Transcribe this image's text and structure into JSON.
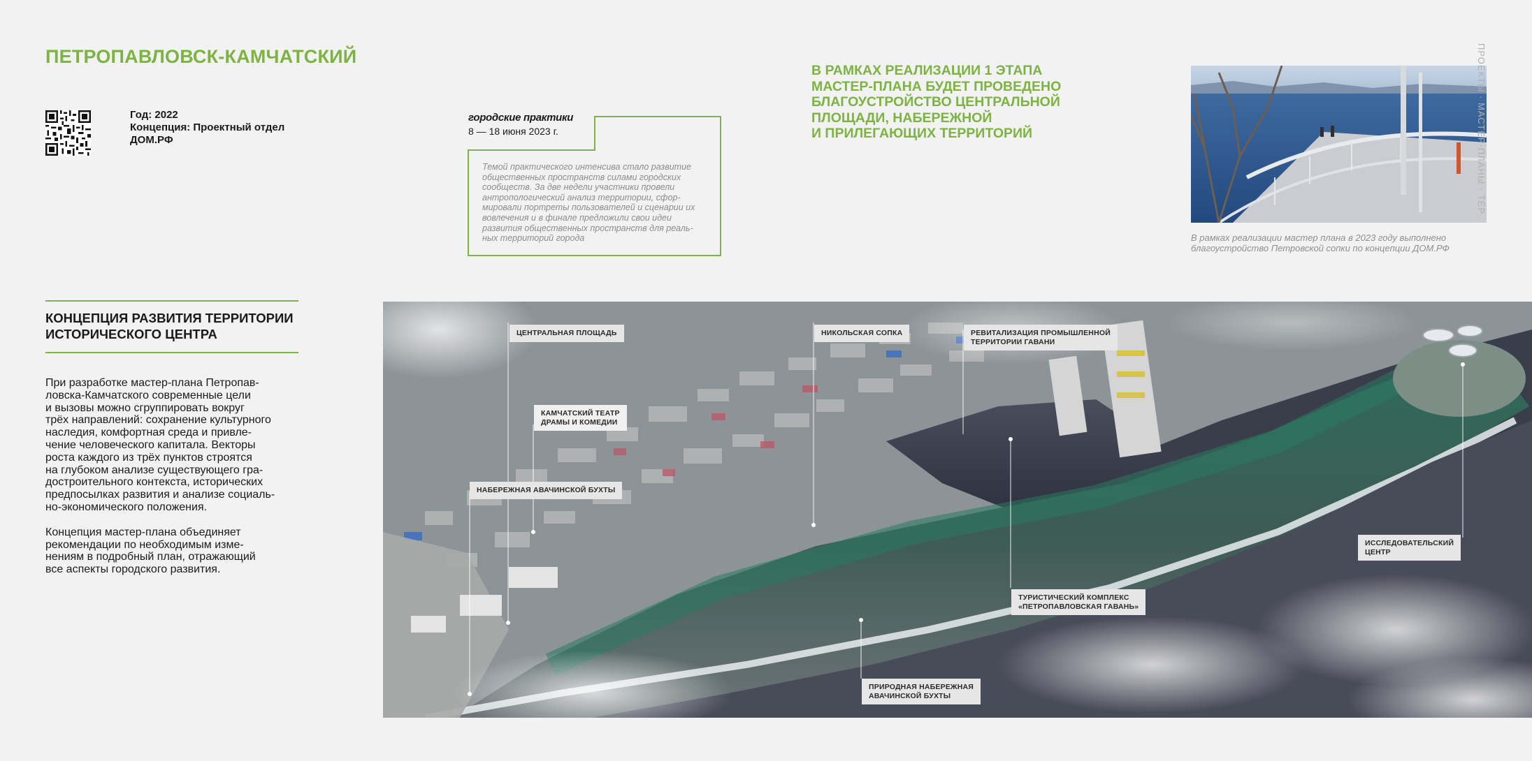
{
  "header": {
    "title": "ПЕТРОПАВЛОВСК-КАМЧАТСКИЙ"
  },
  "meta": {
    "year": "Год: 2022",
    "concept_line1": "Концепция: Проектный отдел",
    "concept_line2": "ДОМ.РФ"
  },
  "practice": {
    "title": "городские практики",
    "dates": "8 — 18 июня 2023 г.",
    "text": "Темой практического интенсива стало развитие общественных пространств силами городских сообществ. За две недели участники провели антропологический анализ территории, сфор­мировали портреты пользователей и сценарии их вовлечения и в финале предложили свои идеи развития общественных пространств для реаль­ных территорий города"
  },
  "stage": {
    "line1": "В РАМКАХ РЕАЛИЗАЦИИ 1 ЭТАПА",
    "line2": "МАСТЕР-ПЛАНА БУДЕТ ПРОВЕДЕНО",
    "line3": "БЛАГОУСТРОЙСТВО ЦЕНТРАЛЬНОЙ",
    "line4": "ПЛОЩАДИ, НАБЕРЕЖНОЙ",
    "line5": "И ПРИЛЕГАЮЩИХ ТЕРРИТОРИЙ"
  },
  "photo": {
    "caption_line1": "В рамках реализации мастер плана в 2023 году выполнено",
    "caption_line2": "благоустройство Петровской сопки по концепции ДОМ.РФ"
  },
  "side_tab": "ПРОЕКТЫ · МАСТЕР-ПЛАНЫ · ТЕР",
  "concept": {
    "title_line1": "КОНЦЕПЦИЯ РАЗВИТИЯ ТЕРРИТОРИИ",
    "title_line2": "ИСТОРИЧЕСКОГО ЦЕНТРА",
    "p1": [
      "При разработке мастер-плана Петропав-",
      "ловска-Камчатского современные цели",
      "и вызовы можно сгруппировать вокруг",
      "трёх направлений: сохранение культурного",
      "наследия, комфортная среда и привле-",
      "чение человеческого капитала. Векторы",
      "роста каждого из трёх пунктов строятся",
      "на глубоком анализе существующего гра-",
      "достроительного контекста, исторических",
      "предпосылках развития и анализе социаль-",
      "но-экономического положения."
    ],
    "p2": [
      "Концепция мастер-плана объединяет",
      "рекомендации по необходимым изме-",
      "нениям в подробный план, отражающий",
      "все аспекты городского развития."
    ]
  },
  "map_labels": {
    "central_square": "ЦЕНТРАЛЬНАЯ ПЛОЩАДЬ",
    "theatre_1": "КАМЧАТСКИЙ ТЕАТР",
    "theatre_2": "ДРАМЫ И КОМЕДИИ",
    "embankment": "НАБЕРЕЖНАЯ АВАЧИНСКОЙ БУХТЫ",
    "nikolskaya": "НИКОЛЬСКАЯ СОПКА",
    "revital_1": "РЕВИТАЛИЗАЦИЯ ПРОМЫШЛЕННОЙ",
    "revital_2": "ТЕРРИТОРИИ ГАВАНИ",
    "research_1": "ИССЛЕДОВАТЕЛЬСКИЙ",
    "research_2": "ЦЕНТР",
    "tourist_1": "ТУРИСТИЧЕСКИЙ КОМПЛЕКС",
    "tourist_2": "«ПЕТРОПАВЛОВСКАЯ ГАВАНЬ»",
    "natural_1": "ПРИРОДНАЯ НАБЕРЕЖНАЯ",
    "natural_2": "АВАЧИНСКОЙ БУХТЫ"
  },
  "colors": {
    "accent": "#7cb342",
    "background": "#f2f2f2",
    "label_bg": "#e6e6e6"
  }
}
